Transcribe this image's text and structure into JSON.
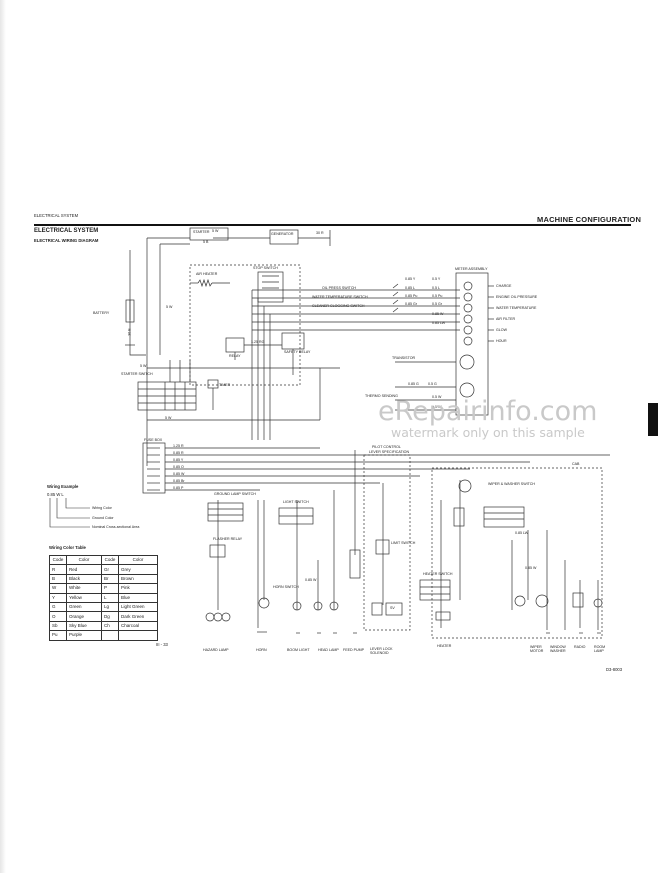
{
  "header": {
    "top_left": "ELECTRICAL SYSTEM",
    "right": "MACHINE CONFIGURATION",
    "subtitle": "ELECTRICAL SYSTEM",
    "diagram_title": "ELECTRICAL WIRING DIAGRAM"
  },
  "watermark": {
    "site": "eRepairinfo.com",
    "notice": "watermark only on this sample"
  },
  "page_number": "III - 33",
  "doc_code": "D3-8003",
  "wiring_example": {
    "title": "Wiring Example",
    "code": "0.85  W  L",
    "wiring_color": "Wiring Color",
    "ground_color": "Ground Color",
    "nominal_area": "Nominal Cross-sectional Area"
  },
  "color_table": {
    "title": "Wiring Color Table",
    "headers": [
      "Code",
      "Color",
      "Code",
      "Color"
    ],
    "rows": [
      [
        "R",
        "Red",
        "Gr",
        "Grey"
      ],
      [
        "B",
        "Black",
        "Br",
        "Brown"
      ],
      [
        "W",
        "White",
        "P",
        "Pink"
      ],
      [
        "Y",
        "Yellow",
        "L",
        "Blue"
      ],
      [
        "G",
        "Green",
        "Lg",
        "Light Green"
      ],
      [
        "O",
        "Orange",
        "Dg",
        "Dark Green"
      ],
      [
        "Sb",
        "Sky Blue",
        "Ch",
        "Charcoal"
      ],
      [
        "Pu",
        "Purple",
        "",
        ""
      ]
    ]
  },
  "components": {
    "battery": "BATTERY",
    "starter": "STARTER",
    "generator": "GENERATOR",
    "air_heater": "AIR HEATER",
    "stop_switch": "STOP SWITCH",
    "relay": "RELAY",
    "safety_relay": "SAFETY RELAY",
    "starter_switch": "STARTER SWITCH",
    "timer": "TIMER",
    "fuse_box": "FUSE BOX",
    "oil_press_switch": "OIL PRESS SWITCH",
    "water_temp_switch": "WATER TEMPERATURE SWITCH",
    "cleaner_clogging_switch": "CLEANER CLOGGING SWITCH",
    "transistor": "TRANSISTOR",
    "thermo_sending": "THERMO SENDING",
    "meter_assembly": "METER ASSEMBLY",
    "pilot_control": "PILOT CONTROL",
    "lever_specification": "LEVER SPECIFICATION",
    "ground_lamp_switch": "GROUND LAMP SWITCH",
    "light_switch": "LIGHT SWITCH",
    "flasher_relay": "FLASHER RELAY",
    "horn_switch": "HORN SWITCH",
    "limit_switch": "LIMIT SWITCH",
    "wiper_washer_switch": "WIPER & WASHER SWITCH",
    "heater_switch": "HEATER SWITCH",
    "cab": "CAB",
    "sv": "SV"
  },
  "meter_labels": [
    "CHARGE",
    "ENGINE OIL PRESSURE",
    "WATER TEMPERATURE",
    "AIR FILTER",
    "GLOW",
    "HOUR"
  ],
  "bottom_labels": {
    "hazard_lamp": "HAZARD LAMP",
    "horn": "HORN",
    "boom_light": "BOOM LIGHT",
    "head_lamp": "HEAD LAMP",
    "feed_pump": "FEED PUMP",
    "lever_lock_solenoid": "LEVER LOCK SOLENOID",
    "heater": "HEATER",
    "wiper_motor": "WIPER MOTOR",
    "window_washer": "WINDOW WASHER",
    "radio": "RADIO",
    "room_lamp": "ROOM LAMP"
  },
  "wire_labels": {
    "starter_w": "5 W",
    "gen_b": "5 B",
    "main_r": "30 R",
    "batt_b": "30 B",
    "w5a": "5 W",
    "w5b": "5 W",
    "w5c": "5 W",
    "m1": "0.85 Y",
    "m1b": "0.5 Y",
    "m2": "0.85 L",
    "m2b": "0.5 L",
    "m3": "0.85 Pu",
    "m3b": "0.5 Pu",
    "m4": "0.85 Gr",
    "m4b": "0.5 Gr",
    "m5": "0.85 W",
    "m6": "0.85 LW",
    "relay_rg": "1.25 RG",
    "ts": "0.85 G",
    "ts2": "0.5 G",
    "m7": "0.5 W",
    "m8": "0.5 W",
    "fuse1": "1.25 R",
    "fuse2": "0.85 R",
    "fuse3": "0.85 Y",
    "fuse4": "0.85 O",
    "fuse5": "0.85 W",
    "fuse6": "0.85 Br",
    "fuse7": "0.85 P",
    "hw1": "0.85 W",
    "heater_w": "0.85 W",
    "cab_lw": "0.85 LW"
  }
}
